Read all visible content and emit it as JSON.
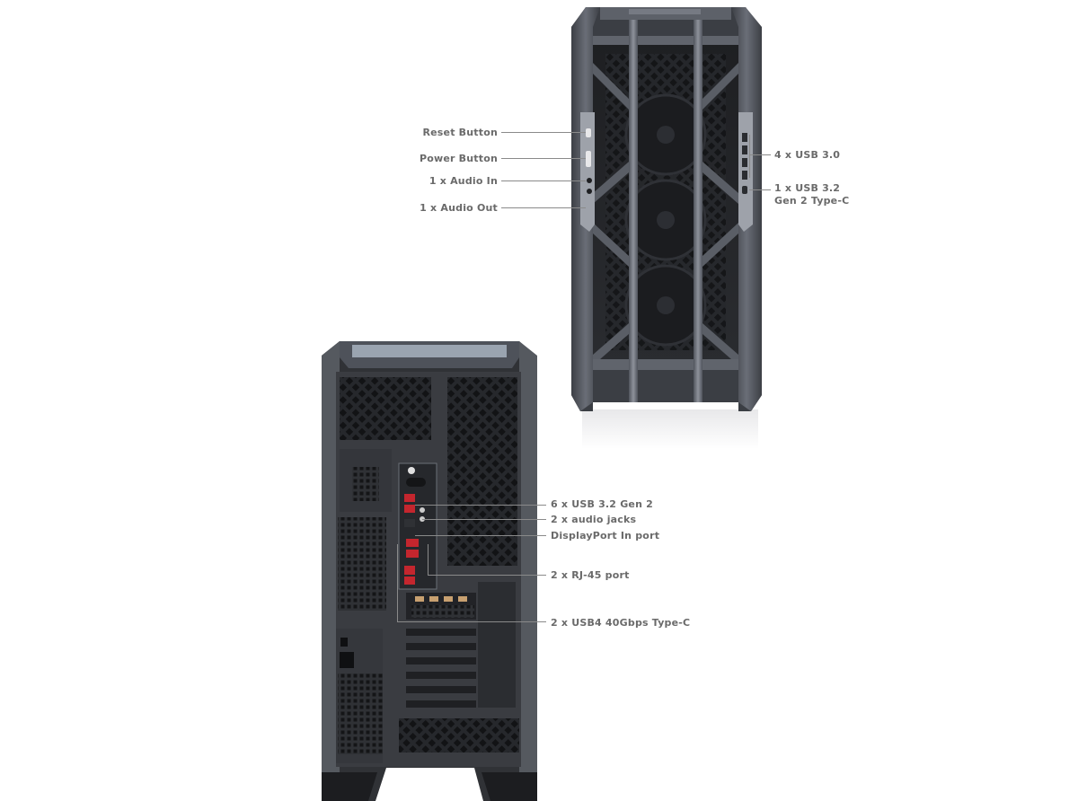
{
  "front_labels": {
    "reset": "Reset Button",
    "power": "Power Button",
    "audio_in": "1 x Audio In",
    "audio_out": "1 x Audio Out",
    "usb30": "4 x USB 3.0",
    "usb32_line1": "1 x USB 3.2",
    "usb32_line2": "Gen 2 Type-C"
  },
  "rear_labels": {
    "usb32gen2": "6 x USB 3.2 Gen 2",
    "audio_jacks": "2 x audio jacks",
    "displayport": "DisplayPort In port",
    "rj45": "2 x RJ-45 port",
    "usb4": "2 x USB4 40Gbps Type-C"
  },
  "colors": {
    "chassis_dark": "#2d2f33",
    "chassis_frame": "#5c6069",
    "chassis_highlight": "#a8acb4",
    "port_red": "#c4262e",
    "leader_line": "#8a8a8a",
    "label_text": "#6a6a6a"
  }
}
